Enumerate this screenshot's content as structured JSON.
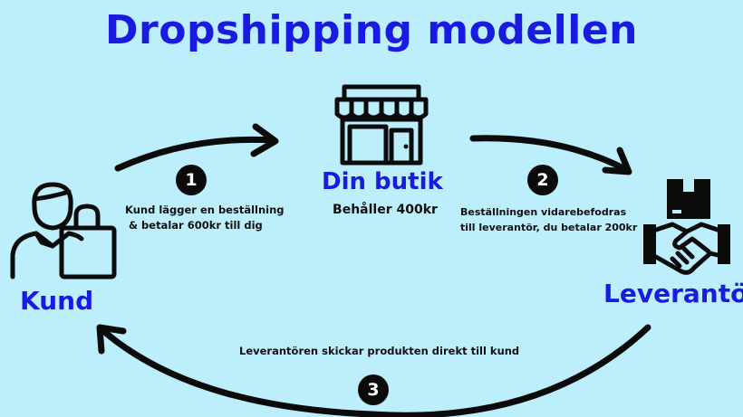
{
  "title": "Dropshipping modellen",
  "nodes": {
    "store": {
      "label": "Din butik",
      "sub": "Behåller 400kr",
      "icon": "storefront-icon"
    },
    "customer": {
      "label": "Kund",
      "icon": "customer-with-bag-icon"
    },
    "supplier": {
      "label": "Leverantör",
      "icon": "handshake-package-icon"
    }
  },
  "steps": [
    {
      "number": "1",
      "text_line1": "Kund lägger en beställning",
      "text_line2": "& betalar 600kr till dig"
    },
    {
      "number": "2",
      "text_line1": "Beställningen vidarebefodras",
      "text_line2": "till leverantör, du betalar 200kr"
    },
    {
      "number": "3",
      "text_line1": "Leverantören skickar produkten direkt till kund"
    }
  ],
  "colors": {
    "background": "#bdeefc",
    "accent": "#1a1ae0",
    "ink": "#0b0b0b"
  }
}
